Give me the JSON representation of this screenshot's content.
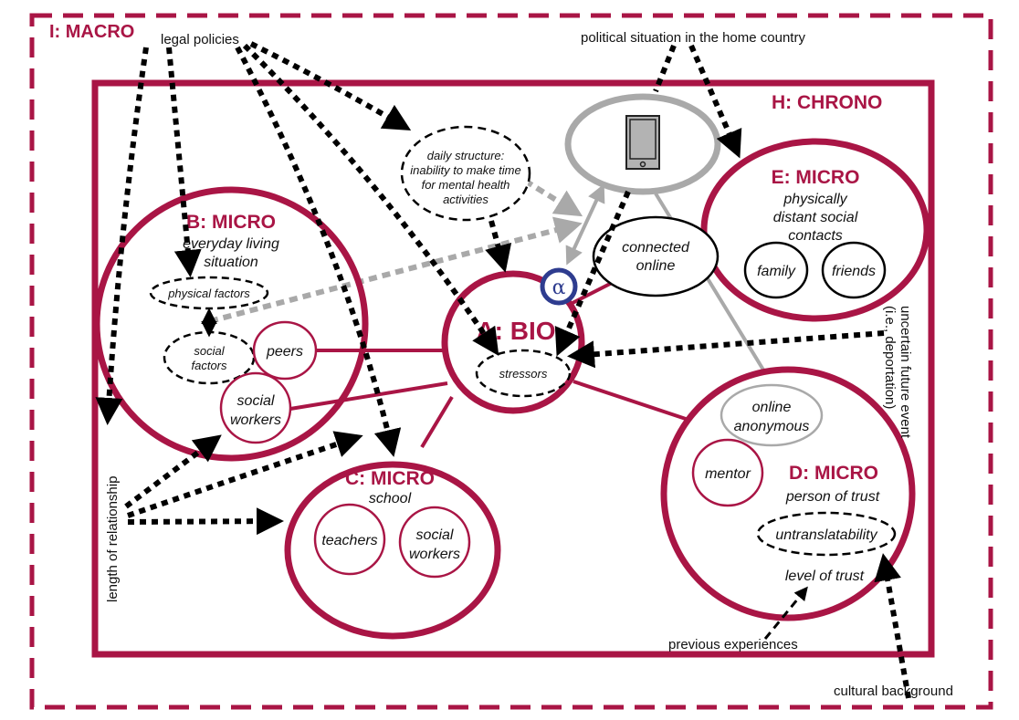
{
  "colors": {
    "micro": "#a91545",
    "arrow": "#000000",
    "online": "#a9a9a9",
    "alpha": "#2e3c8f"
  },
  "levels": {
    "macro": {
      "label": "I: MACRO"
    },
    "chrono": {
      "label": "H: CHRONO"
    },
    "bio": {
      "label": "A: BIO",
      "inner": "stressors",
      "badge": "α"
    },
    "micro_b": {
      "label": "B: MICRO",
      "subtitle": [
        "everyday living",
        "situation"
      ],
      "factors": [
        "physical factors",
        "social",
        "factors"
      ],
      "nodes": [
        "peers",
        "social",
        "workers"
      ]
    },
    "micro_c": {
      "label": "C: MICRO",
      "subtitle": "school",
      "nodes": [
        "teachers",
        "social",
        "workers"
      ]
    },
    "micro_d": {
      "label": "D: MICRO",
      "subtitle": "person of trust",
      "inner": "untranslatability",
      "note": "level of trust",
      "nodes": [
        "mentor"
      ]
    },
    "micro_e": {
      "label": "E: MICRO",
      "subtitle": [
        "physically",
        "distant social",
        "contacts"
      ],
      "nodes": [
        "family",
        "friends"
      ]
    }
  },
  "online": {
    "device_icon": "smartphone-icon",
    "connected": [
      "connected",
      "online"
    ],
    "anonymous": [
      "online",
      "anonymous"
    ]
  },
  "daily_structure": [
    "daily structure:",
    "inability to make time",
    "for mental health",
    "activities"
  ],
  "external_factors": {
    "legal_policies": "legal policies",
    "political_situation": "political situation in the home country",
    "length_of_relationship": "length of relationship",
    "uncertain_future": [
      "uncertain future event",
      "(i.e., deportation)"
    ],
    "previous_experiences": "previous experiences",
    "cultural_background": "cultural background"
  }
}
